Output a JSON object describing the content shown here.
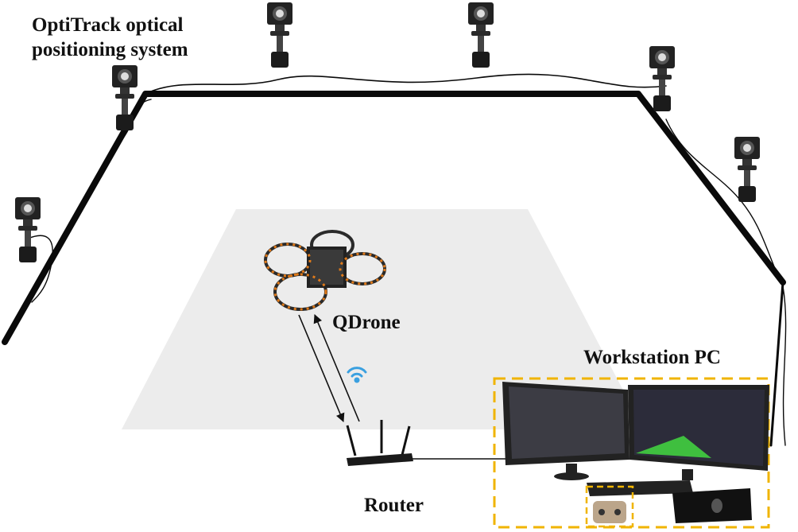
{
  "labels": {
    "optitrack_line1": "OptiTrack optical",
    "optitrack_line2": "positioning system",
    "qdrone": "QDrone",
    "workstation": "Workstation PC",
    "router": "Router"
  },
  "colors": {
    "truss": "#0a0a0a",
    "floor": "#ececec",
    "dashed_box": "#f0b400",
    "wifi": "#3aa0e0",
    "drone_orange": "#e07a1a"
  },
  "icons": [
    "camera-icon",
    "drone-icon",
    "router-icon",
    "wifi-icon",
    "monitor-icon",
    "keyboard-icon",
    "mouse-icon",
    "remote-controller-icon"
  ]
}
